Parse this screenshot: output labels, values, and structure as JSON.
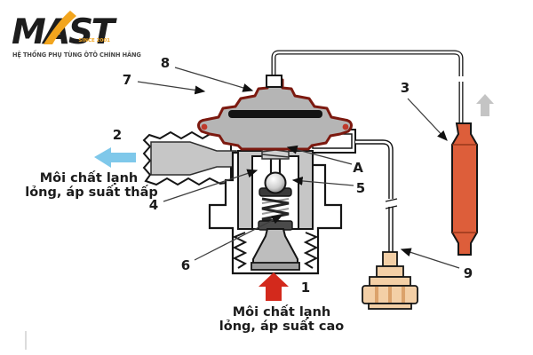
{
  "logo": {
    "brand": "MAST",
    "since": "SINCE 2001",
    "tagline": "HỆ THỐNG PHỤ TÙNG ÔTÔ CHÍNH HÃNG"
  },
  "callouts": {
    "n1": "1",
    "n2": "2",
    "n3": "3",
    "n4": "4",
    "n5": "5",
    "n6": "6",
    "n7": "7",
    "n8": "8",
    "n9": "9",
    "A": "A"
  },
  "flow_labels": {
    "outlet": {
      "line1": "Môi chất lạnh",
      "line2": "lỏng, áp suất thấp"
    },
    "inlet": {
      "line1": "Môi chất lạnh",
      "line2": "lỏng, áp suất cao"
    }
  },
  "colors": {
    "brand_orange": "#F2A51E",
    "dome_outline_red": "#7C190F",
    "dome_tip_red": "#C0392B",
    "bulb_orange": "#DD5E3A",
    "inlet_arrow_red": "#D3291C",
    "outlet_arrow_blue": "#7FC8EA",
    "bulb_arrow_gray": "#C4C4C4",
    "metal_gray": "#C6C6C6",
    "fitting_tan": "#F3CFA6"
  }
}
